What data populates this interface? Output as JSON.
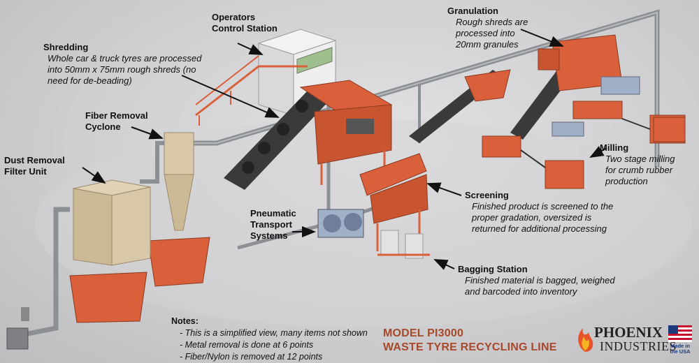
{
  "labels": {
    "operators": {
      "title": "Operators Control Station",
      "desc": ""
    },
    "granulation": {
      "title": "Granulation",
      "desc": "Rough shreds are processed into 20mm granules"
    },
    "shredding": {
      "title": "Shredding",
      "desc": "Whole car & truck tyres are processed into 50mm x 75mm rough shreds (no need for de-beading)"
    },
    "fiber": {
      "title": "Fiber Removal Cyclone",
      "desc": ""
    },
    "dust": {
      "title": "Dust Removal Filter Unit",
      "desc": ""
    },
    "milling": {
      "title": "Milling",
      "desc": "Two stage milling for crumb rubber production"
    },
    "screening": {
      "title": "Screening",
      "desc": "Finished product is screened to the proper gradation, oversized is returned for additional processing"
    },
    "pneumatic": {
      "title": "Pneumatic Transport Systems",
      "desc": ""
    },
    "bagging": {
      "title": "Bagging Station",
      "desc": "Finished material is bagged, weighed and barcoded into inventory"
    }
  },
  "notes": {
    "title": "Notes:",
    "items": [
      "- This is a simplified view, many items not shown",
      "- Metal removal is done at 6 points",
      "- Fiber/Nylon is removed at 12 points"
    ]
  },
  "model": {
    "line1": "MODEL PI3000",
    "line2": "WASTE TYRE RECYCLING LINE"
  },
  "brand": {
    "line1": "PHOENIX",
    "line2": "INDUSTRIES",
    "badge": "Made in the USA"
  },
  "colors": {
    "machine": "#d9603a",
    "dark_machine": "#a8482a",
    "pipe": "#8c8f94",
    "cyclone": "#d8c7a8",
    "accent_text": "#a8482a"
  },
  "icons": [
    "phoenix-logo-icon",
    "usa-flag-icon"
  ]
}
